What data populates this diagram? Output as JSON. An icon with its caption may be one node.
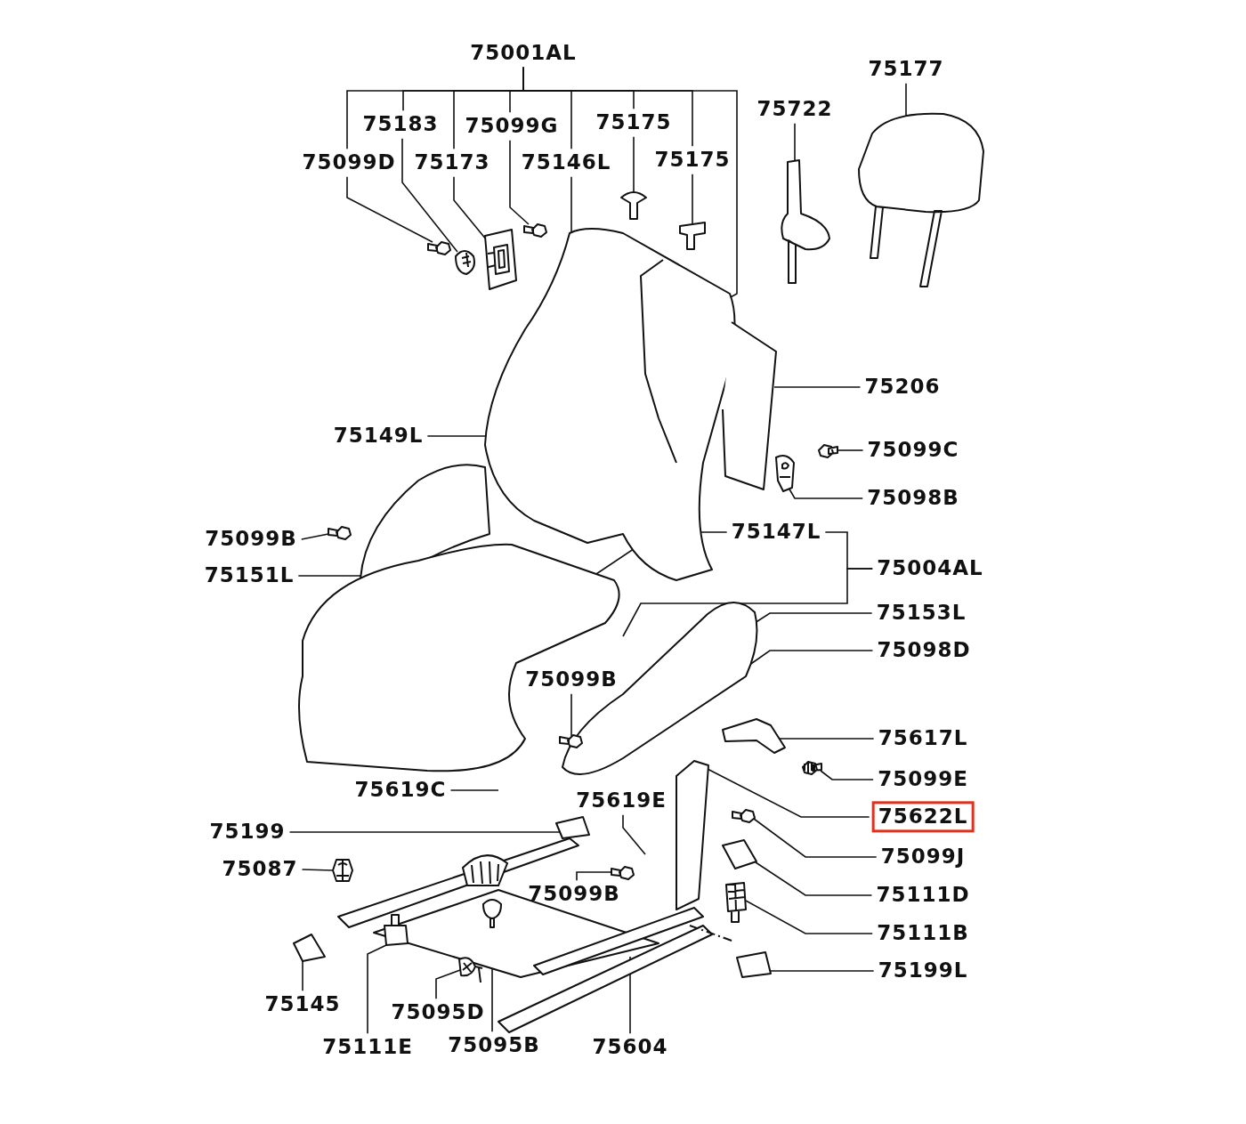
{
  "diagram": {
    "nodes": [
      {
        "text": [
          "75001AL"
        ]
      },
      {
        "text": [
          "75183"
        ]
      },
      {
        "text": [
          "75099G"
        ]
      },
      {
        "text": [
          "75175"
        ]
      },
      {
        "text": [
          "75099D"
        ]
      },
      {
        "text": [
          "75173"
        ]
      },
      {
        "text": [
          "75146L"
        ]
      },
      {
        "text": [
          "75175"
        ]
      },
      {
        "text": [
          "75722"
        ]
      },
      {
        "text": [
          "75177"
        ]
      },
      {
        "text": [
          "75206"
        ]
      },
      {
        "text": [
          "75149L"
        ]
      },
      {
        "text": [
          "75099C"
        ]
      },
      {
        "text": [
          "75098B"
        ]
      },
      {
        "text": [
          "75099B"
        ]
      },
      {
        "text": [
          "75151L"
        ]
      },
      {
        "text": [
          "75147L"
        ]
      },
      {
        "text": [
          "75004AL"
        ]
      },
      {
        "text": [
          "75153L"
        ]
      },
      {
        "text": [
          "75098D"
        ]
      },
      {
        "text": [
          "75099B"
        ]
      },
      {
        "text": [
          "75617L"
        ]
      },
      {
        "text": [
          "75619C"
        ]
      },
      {
        "text": [
          "75099E"
        ]
      },
      {
        "text": [
          "75619E"
        ]
      },
      {
        "text": [],
        "shape": "box"
      },
      {
        "text": [
          "75622L"
        ],
        "in": 25
      },
      {
        "text": [
          "75199"
        ]
      },
      {
        "text": [
          "75099J"
        ]
      },
      {
        "text": [
          "75087"
        ]
      },
      {
        "text": [
          "75099B"
        ]
      },
      {
        "text": [
          "75111D"
        ]
      },
      {
        "text": [
          "75111B"
        ]
      },
      {
        "text": [
          "75199L"
        ]
      },
      {
        "text": [
          "75145"
        ]
      },
      {
        "text": [
          "75095D"
        ]
      },
      {
        "text": [
          "75111E"
        ]
      },
      {
        "text": [
          "75095B"
        ]
      },
      {
        "text": [
          "75604"
        ]
      },
      {
        "text": [],
        "shape": "picture"
      },
      {
        "text": [],
        "shape": "picture"
      },
      {
        "text": [],
        "shape": "picture"
      },
      {
        "text": [],
        "shape": "picture"
      },
      {
        "text": [],
        "shape": "picture"
      },
      {
        "text": [],
        "shape": "picture"
      },
      {
        "text": [],
        "shape": "picture"
      },
      {
        "text": [],
        "shape": "picture"
      },
      {
        "text": [],
        "shape": "picture"
      },
      {
        "text": [],
        "shape": "picture"
      },
      {
        "text": [],
        "shape": "picture"
      },
      {
        "text": [],
        "shape": "picture"
      },
      {
        "text": [],
        "shape": "picture"
      },
      {
        "text": [],
        "shape": "picture"
      },
      {
        "text": [],
        "shape": "picture"
      },
      {
        "text": [],
        "shape": "picture"
      },
      {
        "text": [],
        "shape": "picture"
      },
      {
        "text": [],
        "shape": "picture"
      },
      {
        "text": [],
        "shape": "picture"
      },
      {
        "text": [],
        "shape": "picture"
      },
      {
        "text": [],
        "shape": "picture"
      },
      {
        "text": [],
        "shape": "picture"
      },
      {
        "text": [],
        "shape": "picture"
      },
      {
        "text": [],
        "shape": "picture"
      },
      {
        "text": [],
        "shape": "picture"
      },
      {
        "text": [],
        "shape": "picture"
      }
    ],
    "edges": [
      {
        "from": 0,
        "to": 4,
        "arrow": "none"
      },
      {
        "from": 0,
        "to": 1,
        "arrow": "none"
      },
      {
        "from": 0,
        "to": 5,
        "arrow": "none"
      },
      {
        "from": 0,
        "to": 2,
        "arrow": "none"
      },
      {
        "from": 0,
        "to": 6,
        "arrow": "none"
      },
      {
        "from": 0,
        "to": 3,
        "arrow": "none"
      },
      {
        "from": 0,
        "to": 7,
        "arrow": "none"
      },
      {
        "from": 0,
        "to": null,
        "arrow": "none"
      },
      {
        "from": 4,
        "to": 39,
        "arrow": "none"
      },
      {
        "from": 1,
        "to": 40,
        "arrow": "none"
      },
      {
        "from": 5,
        "to": 41,
        "arrow": "none"
      },
      {
        "from": 2,
        "to": 42,
        "arrow": "none"
      },
      {
        "from": 6,
        "to": null,
        "arrow": "none"
      },
      {
        "from": 3,
        "to": 43,
        "arrow": "none"
      },
      {
        "from": 7,
        "to": 44,
        "arrow": "none"
      },
      {
        "from": 8,
        "to": 45,
        "arrow": "none"
      },
      {
        "from": 9,
        "to": 46,
        "arrow": "none"
      },
      {
        "from": 10,
        "to": null,
        "arrow": "none"
      },
      {
        "from": 11,
        "to": null,
        "arrow": "none"
      },
      {
        "from": 12,
        "to": 47,
        "arrow": "none"
      },
      {
        "from": 13,
        "to": 48,
        "arrow": "none"
      },
      {
        "from": 14,
        "to": 49,
        "arrow": "none"
      },
      {
        "from": 15,
        "to": null,
        "arrow": "none"
      },
      {
        "from": 16,
        "to": null,
        "arrow": "none"
      },
      {
        "from": 17,
        "to": 16,
        "arrow": "none"
      },
      {
        "from": 17,
        "to": null,
        "arrow": "none"
      },
      {
        "from": 18,
        "to": null,
        "arrow": "none"
      },
      {
        "from": 19,
        "to": null,
        "arrow": "none"
      },
      {
        "from": 20,
        "to": 50,
        "arrow": "none"
      },
      {
        "from": 21,
        "to": 51,
        "arrow": "none"
      },
      {
        "from": 22,
        "to": null,
        "arrow": "none"
      },
      {
        "from": 23,
        "to": 52,
        "arrow": "none"
      },
      {
        "from": 24,
        "to": null,
        "arrow": "none"
      },
      {
        "from": 25,
        "to": 53,
        "arrow": "none"
      },
      {
        "from": 27,
        "to": 54,
        "arrow": "none"
      },
      {
        "from": 28,
        "to": 55,
        "arrow": "none"
      },
      {
        "from": 29,
        "to": 56,
        "arrow": "none"
      },
      {
        "from": 30,
        "to": 57,
        "arrow": "none"
      },
      {
        "from": 31,
        "to": 58,
        "arrow": "none"
      },
      {
        "from": 32,
        "to": 59,
        "arrow": "none"
      },
      {
        "from": 33,
        "to": 60,
        "arrow": "none"
      },
      {
        "from": 34,
        "to": 61,
        "arrow": "none"
      },
      {
        "from": 35,
        "to": 62,
        "arrow": "none"
      },
      {
        "from": 36,
        "to": 63,
        "arrow": "none"
      },
      {
        "from": 37,
        "to": 64,
        "arrow": "none"
      },
      {
        "from": 38,
        "to": null,
        "arrow": "none"
      }
    ]
  }
}
